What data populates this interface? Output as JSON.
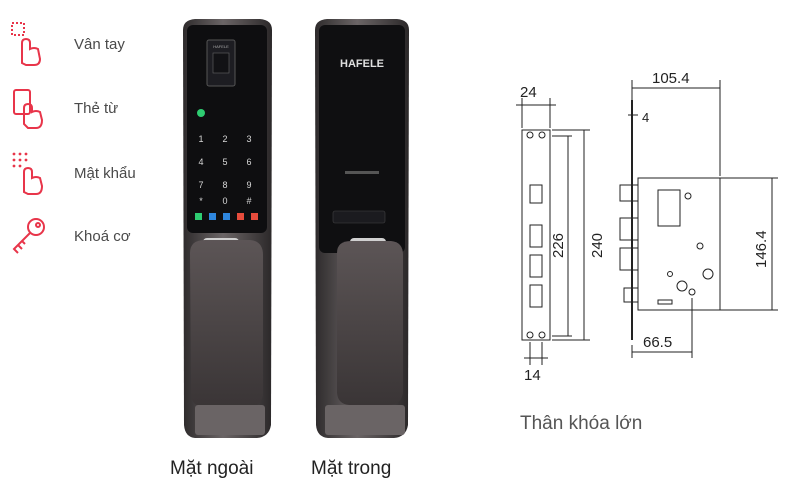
{
  "features": [
    {
      "icon": "fingerprint-touch-icon",
      "label": "Vân tay"
    },
    {
      "icon": "card-swipe-icon",
      "label": "Thẻ từ"
    },
    {
      "icon": "keypad-touch-icon",
      "label": "Mật khẩu"
    },
    {
      "icon": "key-icon",
      "label": "Khoá cơ"
    }
  ],
  "accent_color": "#e8354a",
  "lock": {
    "brand": "HAFELE",
    "keypad": [
      "1",
      "2",
      "3",
      "4",
      "5",
      "6",
      "7",
      "8",
      "9",
      "*",
      "0",
      "#"
    ],
    "caption_outer": "Mặt ngoài",
    "caption_inner": "Mặt trong"
  },
  "drawing": {
    "dims": {
      "d24": "24",
      "d105": "105.4",
      "d4": "4",
      "d226": "226",
      "d240": "240",
      "d146": "146.4",
      "d66": "66.5",
      "d14": "14"
    },
    "caption": "Thân khóa lớn"
  }
}
